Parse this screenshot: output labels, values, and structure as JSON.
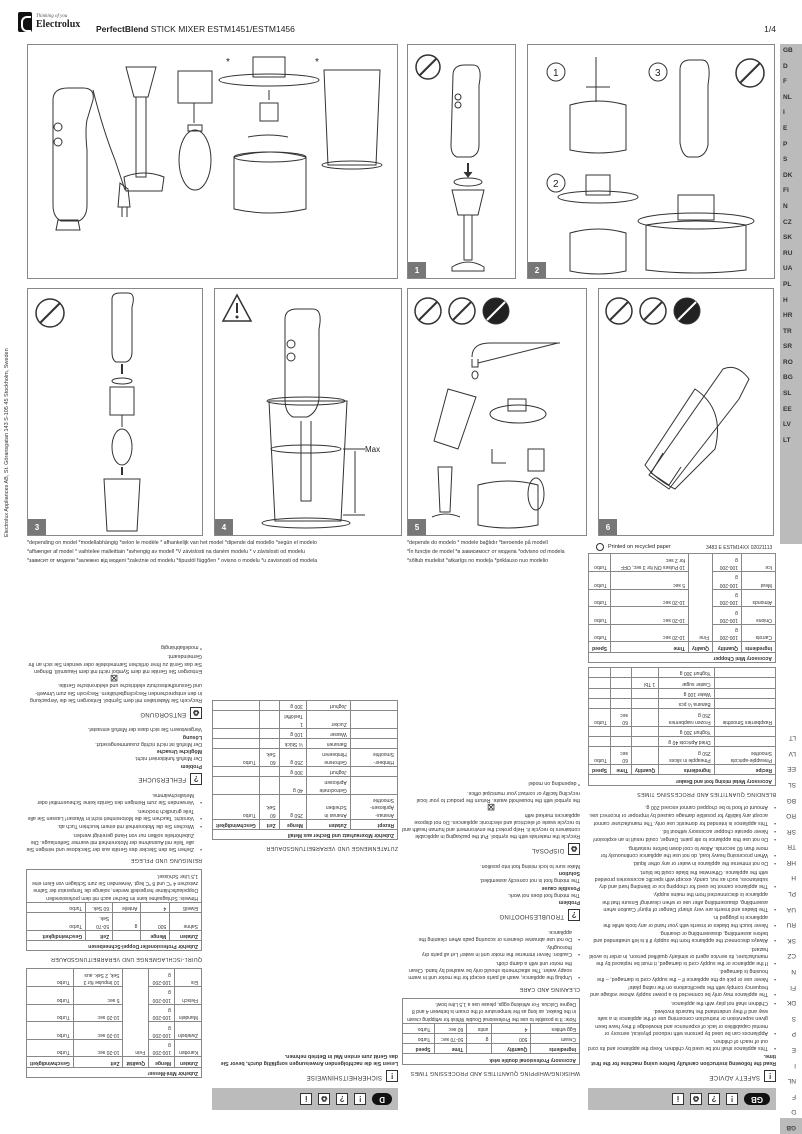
{
  "header": {
    "brand": "Electrolux",
    "tagline": "Thinking of you",
    "title_bold": "PerfectBlend",
    "title_rest": " STICK MIXER ESTM1451/ESTM1456",
    "page": "1/4"
  },
  "languages": [
    "GB",
    "D",
    "F",
    "NL",
    "I",
    "E",
    "P",
    "S",
    "DK",
    "FI",
    "N",
    "CZ",
    "SK",
    "RU",
    "UA",
    "PL",
    "H",
    "HR",
    "TR",
    "SR",
    "RO",
    "BG",
    "SL",
    "EE",
    "LV",
    "LT"
  ],
  "panels": [
    {
      "num": "",
      "label": "Product overview",
      "asterisks": [
        "*",
        "*"
      ]
    },
    {
      "num": "1",
      "label": "Attach blending foot"
    },
    {
      "num": "2",
      "label": "Assemble chopper",
      "steps": [
        "1",
        "2",
        "3"
      ]
    },
    {
      "num": "3",
      "label": "Attach whisk"
    },
    {
      "num": "4",
      "label": "Blending in beaker",
      "max_label": "Max"
    },
    {
      "num": "5",
      "label": "Cleaning"
    },
    {
      "num": "6",
      "label": "Wipe motor unit"
    }
  ],
  "side_address": "Electrolux Appliances AB, St. Göransgatan 143 S-105 45 Stockholm, Sweden",
  "model_notes": {
    "line1": "*depending on model   *modellabhängig   *selon le modèle   * afhankelijk van het model   *dipende dal modello   *según el modelo",
    "line2": "*afhænger af model   * vaihtelee malleittain   *avhengig av modell   *V závislosti na daném modelu   * v závislosti od modelu",
    "line3": "*зависит от модели   *залежно від моделі   *zależnie od modelu   *típustól függően   * ovisno o modelu   *u zavisnosti od modela",
    "line4": "*depende do modelo   * modele bağlıdır   *beroende på modell",
    "line5": "*În funcție de model   *в зависимост от модела   *odvisno od modela",
    "line6": "*sõltub mudelist   *atkarīgs no modeļa   *priklauso nuo modelio"
  },
  "footer": {
    "recycled": "Printed on recycled paper",
    "code": "3483 E ESTM14XX 02021113"
  },
  "gb": {
    "lang": "GB",
    "safety_title": "SAFETY ADVICE",
    "intro": "Read the following instruction carefully before using machine for the first time.",
    "safety_items": [
      "This appliance shall not be used by children. Keep the appliance and its cord out of reach of children.",
      "Appliances can be used by persons with reduced physical, sensory or mental capabilities or lack of experience and knowledge if they have been given supervision or instruction concerning use of the appliance in a safe way and if they understand the hazards involved.",
      "Children shall not play with the appliance.",
      "The appliance may only be connected to a power supply whose voltage and frequency comply with the specifications on the rating plate!",
      "Never use or pick up the appliance if – the supply cord is damaged, – the housing is damaged.",
      "If the appliance or the supply cord is damaged, it must be replaced by the manufacturer, its service agent or similarly qualified person, in order to avoid hazard.",
      "Always disconnect the appliance from the supply if it is left unattended and before assembling, disassembling or cleaning.",
      "Never touch the blades or inserts with your hand or any tools while the appliance is plugged in.",
      "The blades and inserts are very sharp! Danger of injury! Caution when assembling, disassembling after use or when cleaning! Ensure that the appliance is disconnected from the mains supply.",
      "The appliance cannot be used for chopping ice or blending hard and dry substances, such as nut, candy, except with specific accessories provided with the appliance. Otherwise the blade could be blunt.",
      "Do not immerse the appliance in water or any other liquid.",
      "When processing heavy load, do not use the appliance continuously for more than 60 seconds. Allow to cool down before restarting.",
      "Do not use this appliance to stir paint. Danger, could result in an explosion!",
      "Never operate chopper accessory without lid.",
      "This appliance is intended for domestic use only. The manufacturer cannot accept any liability for possible damage caused by improper or incorrect use.",
      "Amount of food to be chopped cannot exceed 200 g."
    ],
    "whisk_title": "WHISKING/WHIPPING QUANTITIES AND PROCESSING TIMES",
    "whisk_table": {
      "caption": "Accessory Professional double wisk",
      "headers": [
        "Ingredients",
        "Quantity",
        "",
        "Time",
        "Speed"
      ],
      "rows": [
        [
          "Cream",
          "500",
          "g",
          "50-70 sec",
          "Turbo"
        ],
        [
          "Egg whites",
          "4",
          "units",
          "60 sec",
          "Turbo"
        ]
      ],
      "note": "Note: It is possible to use the Professional Double Whisk for whipping cream in the Beaker, as long as the temperature of the cream is between 4 and 8 Degree Celcius. For whisking eggs, please use a 1,5 Litre bowl."
    },
    "cleaning_title": "CLEANING AND CARE",
    "cleaning_items": [
      "Unplug the appliance, wash all parts except for the motor unit in warm soapy water. The attachments should only be washed by hand. Clean the motor unit with a damp cloth.",
      "Caution: Never immerse the motor unit in water! Let all parts dry thoroughly.",
      "Do not use abrasive cleaners or scouring pads when cleaning the appliance."
    ],
    "troubleshooting_title": "TROUBLESHOOTING",
    "problem_label": "Problem",
    "problem": "The mixing foot does not work.",
    "cause_label": "Possible cause",
    "cause": "The mixing foot is not correctly assembled.",
    "solution_label": "Solution",
    "solution": "Make sure to lock mixing foot into position.",
    "disposal_title": "DISPOSAL",
    "disposal_1": "Recycle the materials with the symbol. Put the packaging in applicable containers to recycle it. Help protect the environment and human health and to recycle waste of electrical and electronic appliances. Do not dispose appliances marked with",
    "disposal_2": "the symbol with the household waste. Return the product to your local recycling facility or contact your municipal office.",
    "depending": "* depending on model",
    "blend_title": "BLENDING QUANTITIES AND PROCESSING TIMES",
    "blend_table": {
      "caption": "Accessory Metal mixing foot and Beaker",
      "headers": [
        "Recipe",
        "Ingredients",
        "Quantity",
        "Time",
        "Speed"
      ],
      "rows": [
        [
          "Pineapple-apricots Smoothie",
          "Pineapple in slices 250 g",
          "",
          "60 sec",
          "Turbo"
        ],
        [
          "",
          "Dried Apricots 40 g",
          "",
          "",
          ""
        ],
        [
          "",
          "Yoghurt 300 g",
          "",
          "",
          ""
        ],
        [
          "Raspberries Smoothie",
          "Frozen raspberries 250 g",
          "",
          "60 sec",
          "Turbo"
        ],
        [
          "",
          "Banana ½ pcs",
          "",
          "",
          ""
        ],
        [
          "",
          "Water 100 g",
          "",
          "",
          ""
        ],
        [
          "",
          "Caster sugar",
          "1 Tbl",
          "",
          ""
        ],
        [
          "",
          "Yoghurt 300 g",
          "",
          "",
          ""
        ]
      ]
    },
    "chopper_table": {
      "caption": "Accessory Mini Chopper",
      "headers": [
        "Ingredients",
        "Quantity",
        "Quality",
        "Time",
        "Speed"
      ],
      "rows": [
        [
          "Carrots",
          "100-200 g",
          "Fine",
          "10-20 sec",
          "Turbo"
        ],
        [
          "Onions",
          "100-200 g",
          "",
          "10-20 sec",
          "Turbo"
        ],
        [
          "Almonds",
          "100-200 g",
          "",
          "10-20 sec",
          "Turbo"
        ],
        [
          "Meat",
          "100-200 g",
          "",
          "5 sec",
          "Turbo"
        ],
        [
          "Ice",
          "100-200 g",
          "",
          "10 Pulses ON for 3 sec, OFF for 2 sec",
          "Turbo"
        ]
      ]
    }
  },
  "de": {
    "lang": "D",
    "safety_title": "SICHERHEITSHINWEISE",
    "intro": "Lesen Sie die nachfolgenden Anweisungen sorgfältig durch, bevor Sie das Gerät zum ersten Mal in Betrieb nehmen.",
    "chopper_table": {
      "caption": "Zubehör Mini-Messer",
      "headers": [
        "Zutaten",
        "Menge",
        "Qualität",
        "Zeit",
        "Geschwindigkeit"
      ],
      "rows": [
        [
          "Karotten",
          "100-200 g",
          "Fein",
          "10-20 sec",
          "Turbo"
        ],
        [
          "Zwiebeln",
          "100-200 g",
          "",
          "10-20 sec",
          "Turbo"
        ],
        [
          "Mandeln",
          "100-200 g",
          "",
          "10-20 sec",
          "Turbo"
        ],
        [
          "Fleisch",
          "100-200 g",
          "",
          "5 sec",
          "Turbo"
        ],
        [
          "Eis",
          "100-200 g",
          "",
          "10 Impulse für 3 Sek, 2 Sek. aus",
          "Turbo"
        ]
      ]
    },
    "whisk_title": "QUIRL-/SCHLAGMENGE UND VERARBEITUNGSDAUER",
    "whisk_table": {
      "caption": "Zubehör Professioneller Doppel-Schneebesen",
      "headers": [
        "Zutaten",
        "Menge",
        "",
        "Zeit",
        "Geschwindigkeit"
      ],
      "rows": [
        [
          "Sahne",
          "500",
          "g",
          "50-70 Sek.",
          "Turbo"
        ],
        [
          "Eiweiß",
          "4",
          "Anteile",
          "60 Sek.",
          "Turbo"
        ]
      ],
      "note": "Hinweis: Schlagsahne kann im Becher auch mit dem professionellen Doppelaufschlämer hergestellt werden, solange die Temperatur der Sahne zwischen 4 °C und 8 °C liegt. Verwenden Sie zum Schlagen von Eiern eine 1,5 Liter Schüssel."
    },
    "cleaning_title": "REINIGUNG UND PFLEGE",
    "cleaning_items": [
      "Ziehen Sie den Stecker des Geräts aus der Steckdose und reinigen Sie alle Teile mit Ausnahme der Motoreinheit mit warmer Seifenlauge. Die Zubehörteile sollten nur von Hand gereinigt werden.",
      "Wischen Sie die Motoreinheit mit einem feuchten Tuch ab.",
      "Vorsicht: Tauchen Sie die Motoreinheit nicht in Wasser! Lassen Sie alle Teile gründlich trocknen.",
      "Verwenden Sie zum Reinigen des Geräts keine Scheuermittel oder Metallschwämme."
    ],
    "troubleshooting_title": "FEHLERSUCHE",
    "problem_label": "Problem",
    "problem": "Der Mixfuß funktioniert nicht.",
    "cause_label": "Mögliche Ursache",
    "cause": "Der Mixfuß ist nicht richtig zusammengesetzt.",
    "solution_label": "Lösung",
    "solution": "Vergewissern Sie sich dass der Mixfuß einrastet.",
    "disposal_title": "ENTSORGUNG",
    "disposal_1": "Recyceln Sie Materialien mit dem Symbol. Entsorgen Sie die Verpackung in den entsprechenden Recyclingbehältern. Recyceln Sie zum Umwelt- und Gesundheitsschutz elektrische und elektronische Geräte.",
    "disposal_2": "Entsorgen Sie Geräte mit dem Symbol nicht mit dem Hausmüll. Bringen Sie das Gerät zu Ihrer örtlichen Sammelstelle oder wenden Sie sich an Ihr Gemeindeamt.",
    "depending": "* modellabhängig",
    "blend_title": "ZUTATENMENGE UND VERARBEITUNGSDAUER",
    "blend_table": {
      "caption": "Zubehör Mixeraufsatz und Becher aus Metall",
      "headers": [
        "Rezept",
        "Zutaten",
        "Menge",
        "Zeit",
        "Geschwindigkeit"
      ],
      "rows": [
        [
          "Ananas-Aprikosen-Smoothie",
          "Ananas in Scheiben",
          "250 g",
          "60 Sek.",
          "Turbo"
        ],
        [
          "",
          "Getrocknete Aprikosen",
          "40 g",
          "",
          ""
        ],
        [
          "",
          "Joghurt",
          "300 g",
          "",
          ""
        ],
        [
          "Himbeer-Smoothie",
          "Gefrorene Himbeeren",
          "250 g",
          "60 Sek.",
          "Turbo"
        ],
        [
          "",
          "Bananen",
          "½ Stück",
          "",
          ""
        ],
        [
          "",
          "Wasser",
          "100 g",
          "",
          ""
        ],
        [
          "",
          "Zucker",
          "1 Teelöffel",
          "",
          ""
        ],
        [
          "",
          "Joghurt",
          "300 g",
          "",
          ""
        ]
      ]
    }
  }
}
